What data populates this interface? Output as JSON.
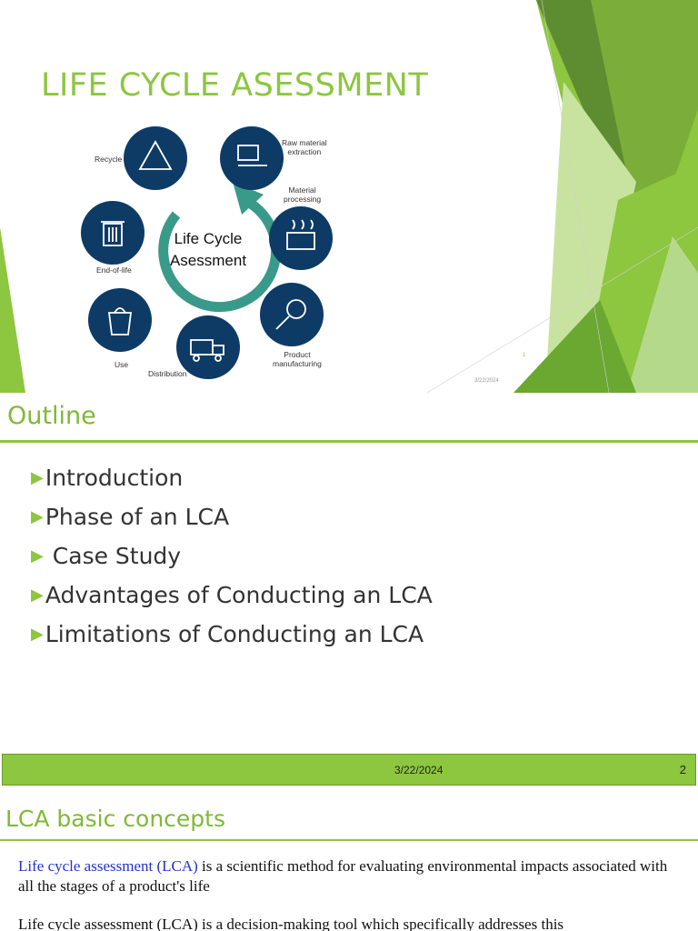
{
  "slide1": {
    "title": "LIFE CYCLE ASESSMENT",
    "date": "3/22/2024",
    "page_number": "1",
    "diagram": {
      "center_line1": "Life Cycle",
      "center_line2": "Asessment",
      "stages": {
        "recycle": "Recycle",
        "raw_material_1": "Raw material",
        "raw_material_2": "extraction",
        "material_processing_1": "Material",
        "material_processing_2": "processing",
        "product_manufacturing_1": "Product",
        "product_manufacturing_2": "manufacturing",
        "distribution": "Distribution",
        "use": "Use",
        "end_of_life": "End-of-life"
      },
      "colors": {
        "circle": "#0d3b66",
        "arrow": "#3a9a8a"
      }
    }
  },
  "slide2": {
    "heading": "Outline",
    "items": [
      "Introduction",
      "Phase of an LCA",
      " Case Study",
      "Advantages of Conducting an LCA",
      "Limitations of Conducting an LCA"
    ],
    "footer_date": "3/22/2024",
    "footer_page": "2",
    "accent": "#8dc63f"
  },
  "slide3": {
    "heading": "LCA basic concepts",
    "p1_link": "Life cycle assessment (LCA)",
    "p1_rest": " is a scientific method for evaluating environmental impacts associated with all the stages of a product's life",
    "p2": "Life cycle assessment (LCA) is a decision-making tool which specifically addresses this"
  }
}
